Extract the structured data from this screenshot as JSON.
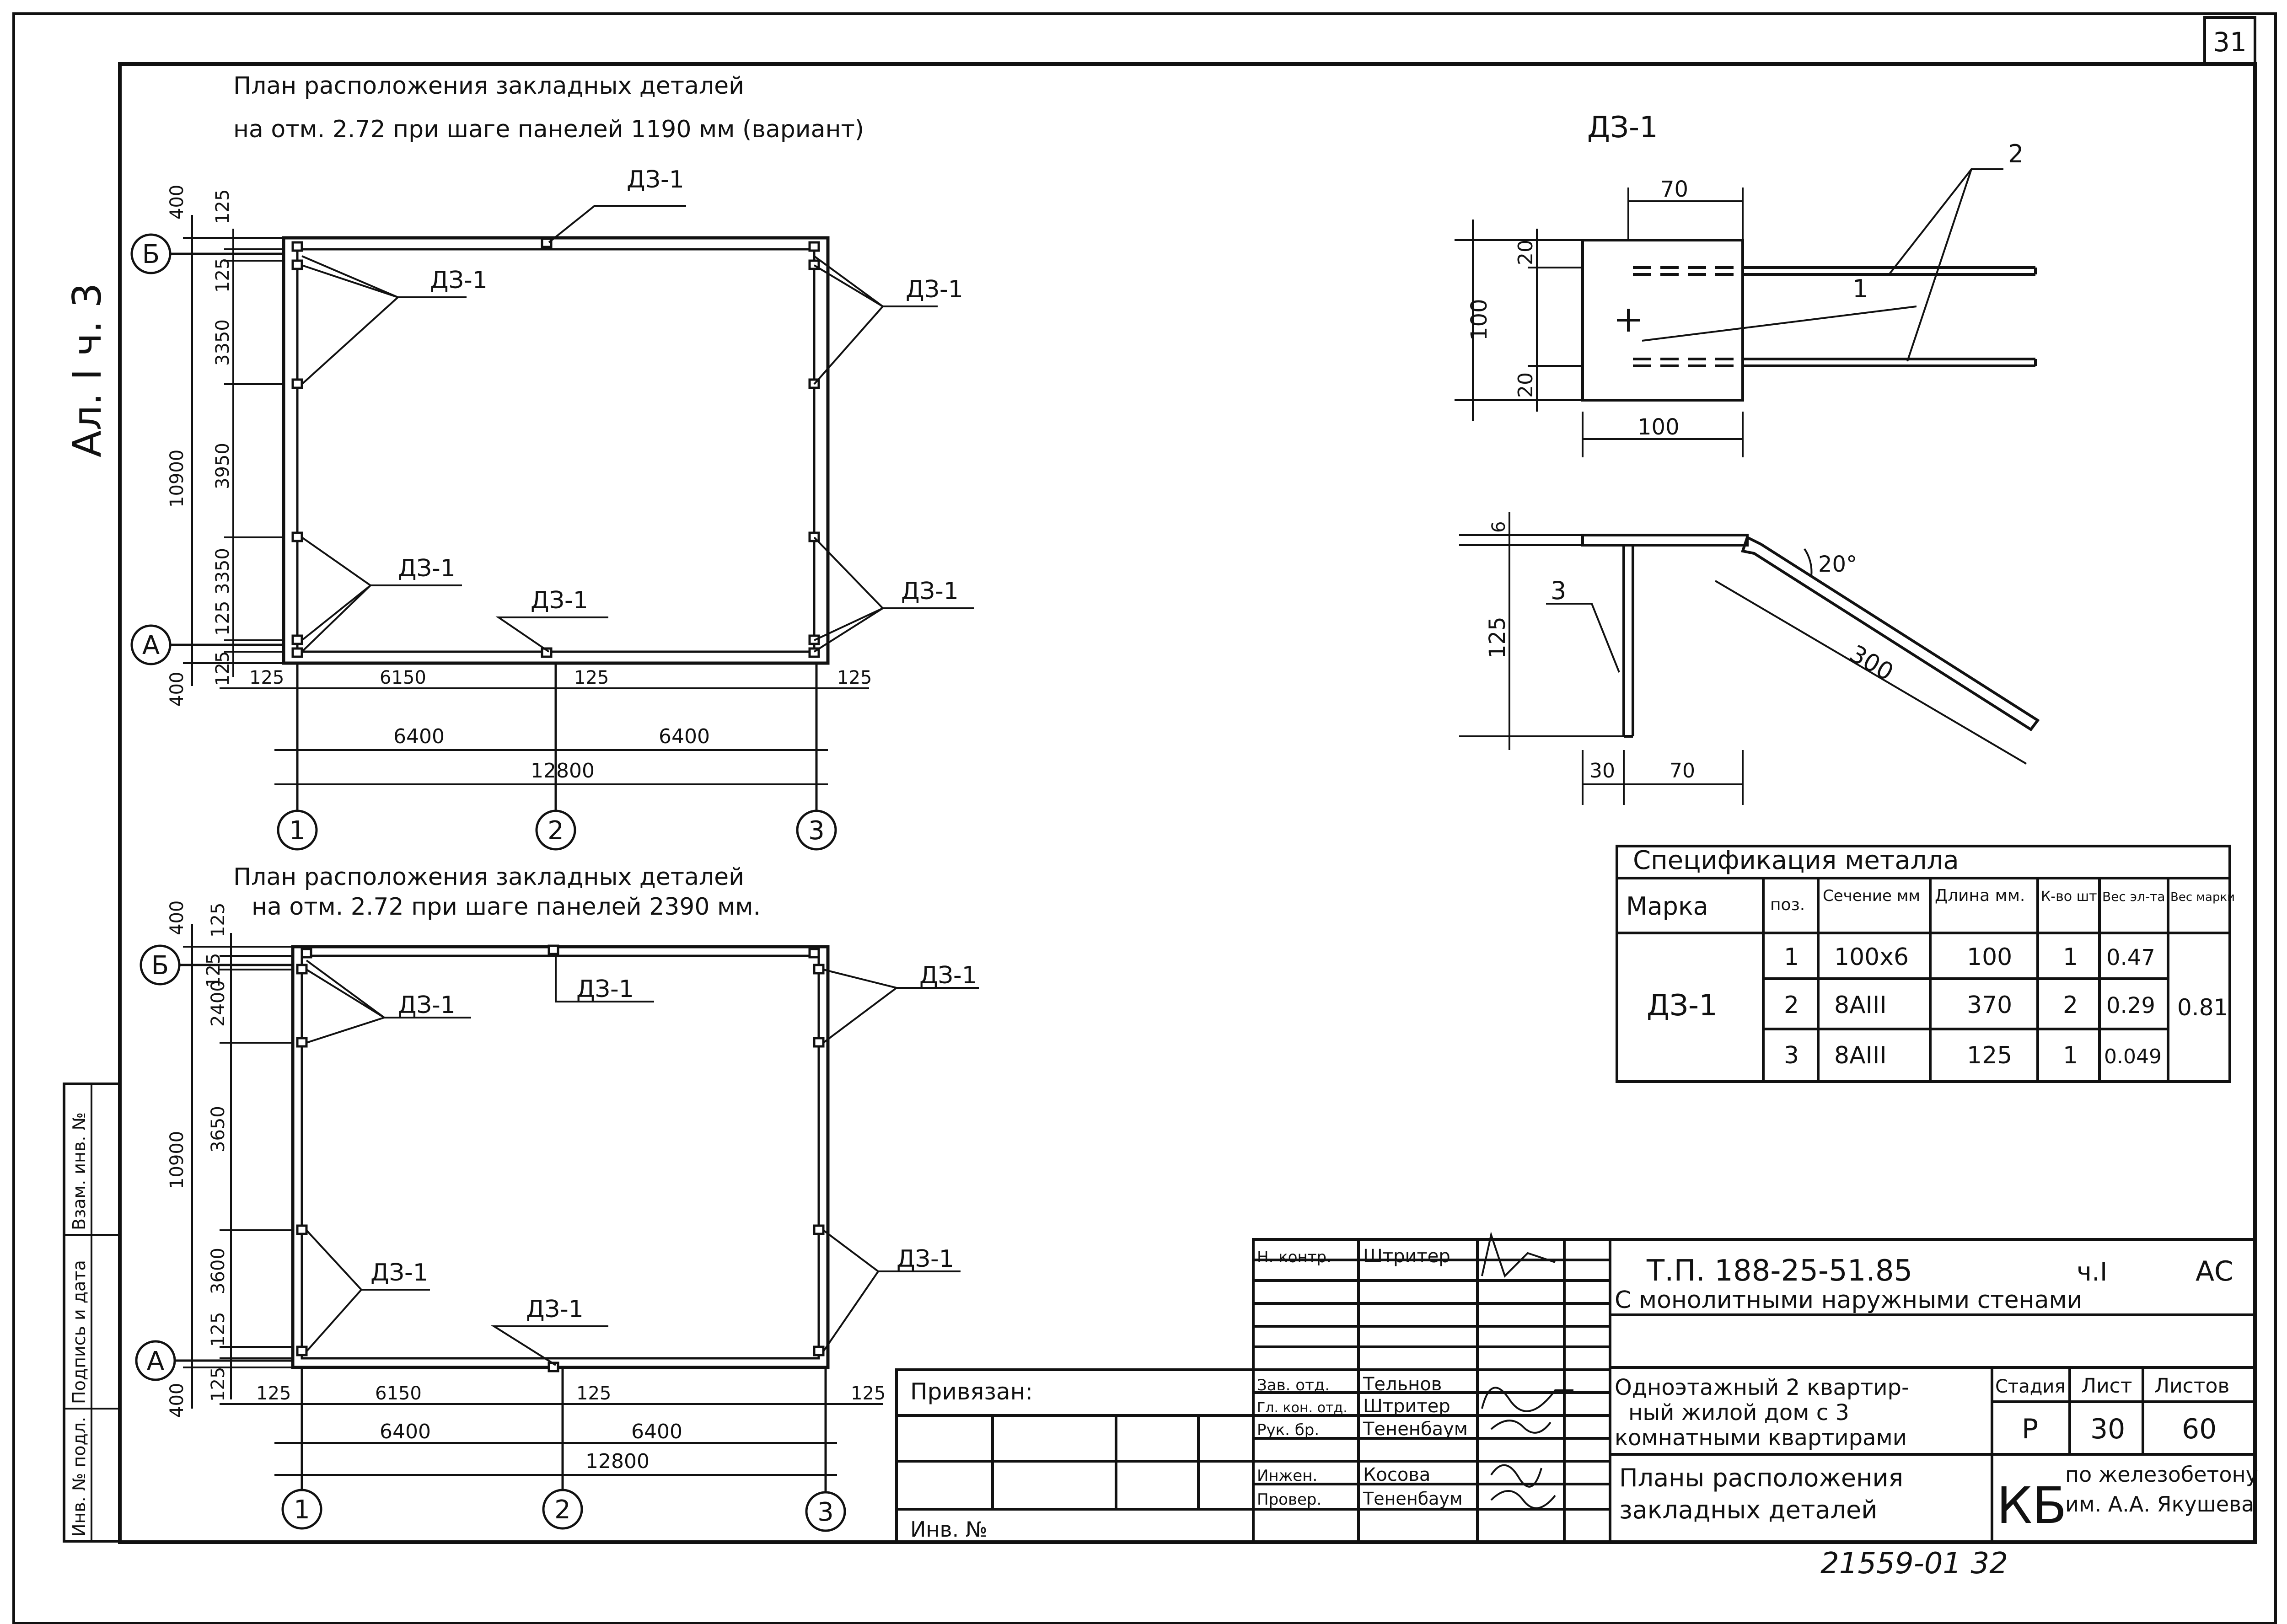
{
  "sheet_number": "31",
  "side_label": "Ал. I ч. 3",
  "plan1": {
    "title_line1": "План расположения закладных деталей",
    "title_line2": "на отм. 2.72 при шаге панелей 1190 мм (вариант)",
    "part_label": "ДЗ-1",
    "axes_rows": [
      "Б",
      "А"
    ],
    "axes_cols": [
      "1",
      "2",
      "3"
    ],
    "dims_vertical": [
      "400",
      "125",
      "125",
      "3350",
      "3950",
      "3350",
      "125",
      "125",
      "400",
      "10900"
    ],
    "dims_bottom": [
      "125",
      "6150",
      "125",
      "125",
      "6400",
      "6400",
      "12800"
    ]
  },
  "plan2": {
    "title_line1": "План расположения закладных деталей",
    "title_line2": "на отм. 2.72 при шаге панелей 2390 мм.",
    "part_label": "ДЗ-1",
    "axes_rows": [
      "Б",
      "А"
    ],
    "axes_cols": [
      "1",
      "2",
      "3"
    ],
    "dims_vertical": [
      "400",
      "125",
      "125",
      "2400",
      "3650",
      "3600",
      "125",
      "125",
      "400",
      "10900"
    ],
    "dims_bottom": [
      "125",
      "6150",
      "125",
      "125",
      "6400",
      "6400",
      "12800"
    ]
  },
  "detail": {
    "title": "ДЗ-1",
    "dims_top": [
      "70",
      "100",
      "20",
      "20",
      "100"
    ],
    "positions": [
      "1",
      "2",
      "3"
    ],
    "dims_side": [
      "6",
      "125",
      "300",
      "30",
      "70"
    ],
    "angle": "20°"
  },
  "spec": {
    "title": "Спецификация металла",
    "headers": [
      "Марка",
      "поз.",
      "Сечение мм",
      "Длина мм.",
      "К-во шт.",
      "Вес эл-та",
      "Вес марки"
    ],
    "mark": "ДЗ-1",
    "mark_weight": "0.81",
    "rows": [
      {
        "pos": "1",
        "section": "100x6",
        "length": "100",
        "qty": "1",
        "weight": "0.47"
      },
      {
        "pos": "2",
        "section": "8AIII",
        "length": "370",
        "qty": "2",
        "weight": "0.29"
      },
      {
        "pos": "3",
        "section": "8AIII",
        "length": "125",
        "qty": "1",
        "weight": "0.049"
      }
    ]
  },
  "stamp": {
    "doc_code": "Т.П. 188-25-51.85",
    "part": "ч.I",
    "sheet_type": "АС",
    "subtitle": "С монолитными наружными стенами",
    "linked": "Привязан:",
    "inv": "Инв. №",
    "roles": [
      {
        "role": "Н. контр.",
        "name": "Штритер"
      },
      {
        "role": "Зав. отд.",
        "name": "Тельнов"
      },
      {
        "role": "Гл. кон. отд.",
        "name": "Штритер"
      },
      {
        "role": "Рук. бр.",
        "name": "Тененбаум"
      },
      {
        "role": "Инжен.",
        "name": "Косова"
      },
      {
        "role": "Провер.",
        "name": "Тененбаум"
      }
    ],
    "project_line1": "Одноэтажный 2 квартир-",
    "project_line2": "ный жилой дом с 3",
    "project_line3": "комнатными квартирами",
    "drawing_line1": "Планы расположения",
    "drawing_line2": "закладных деталей",
    "stage_label": "Стадия",
    "sheet_label": "Лист",
    "sheets_label": "Листов",
    "stage": "Р",
    "sheet": "30",
    "sheets": "60",
    "org_code": "КБ",
    "org_line1": "по железобетону",
    "org_line2": "им. А.А. Якушева"
  },
  "left_strip": [
    "Инв. № подл.",
    "Подпись и дата",
    "Взам. инв. №"
  ],
  "bottom_number": "21559-01  32"
}
